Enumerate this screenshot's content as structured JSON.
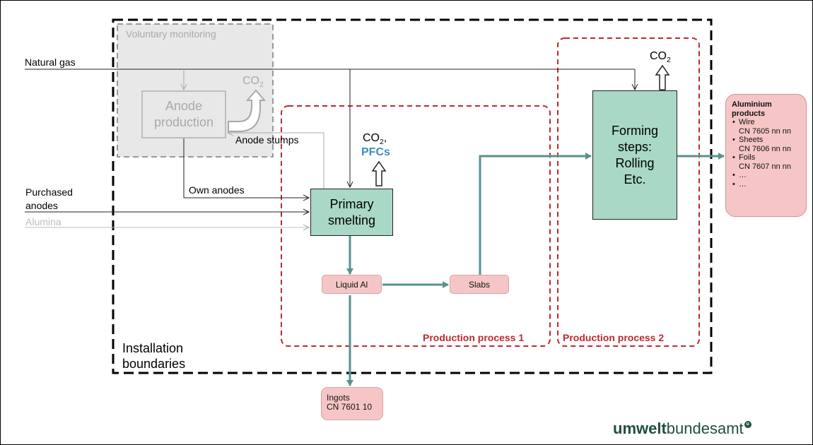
{
  "inputs": {
    "natural_gas": "Natural gas",
    "purchased": "Purchased",
    "anodes": "anodes",
    "alumina": "Alumina"
  },
  "voluntary_monitoring": "Voluntary monitoring",
  "anode_production": [
    "Anode",
    "production"
  ],
  "co2": {
    "base": "CO",
    "sub": "2",
    "comma": ","
  },
  "pfcs": "PFCs",
  "anode_stumps": "Anode stumps",
  "own_anodes": "Own anodes",
  "primary_smelting": [
    "Primary",
    "smelting"
  ],
  "forming_steps": [
    "Forming",
    "steps:",
    "Rolling",
    "Etc."
  ],
  "liquid_al": "Liquid Al",
  "slabs": "Slabs",
  "ingots": [
    "Ingots",
    "CN 7601 10"
  ],
  "production_process_1": "Production process 1",
  "production_process_2": "Production process 2",
  "installation_boundaries": [
    "Installation",
    "boundaries"
  ],
  "products": {
    "title": [
      "Aluminium",
      "products"
    ],
    "items": [
      {
        "name": "Wire",
        "code": "CN 7605 nn nn"
      },
      {
        "name": "Sheets",
        "code": "CN 7606 nn nn"
      },
      {
        "name": "Foils",
        "code": "CN 7607 nn nn"
      },
      {
        "name": "…",
        "code": ""
      },
      {
        "name": "…",
        "code": ""
      }
    ]
  },
  "logo": {
    "bold": "umwelt",
    "regular": "bundesamt",
    "mark": "u"
  },
  "colors": {
    "teal_arrow": "#5a9090",
    "red_dash": "#c0282e",
    "green_box": "#a9d8c6",
    "pink_box": "#f6c6c6",
    "grey_region": "#e8e8e8",
    "pfc_blue": "#3c8dbc"
  }
}
